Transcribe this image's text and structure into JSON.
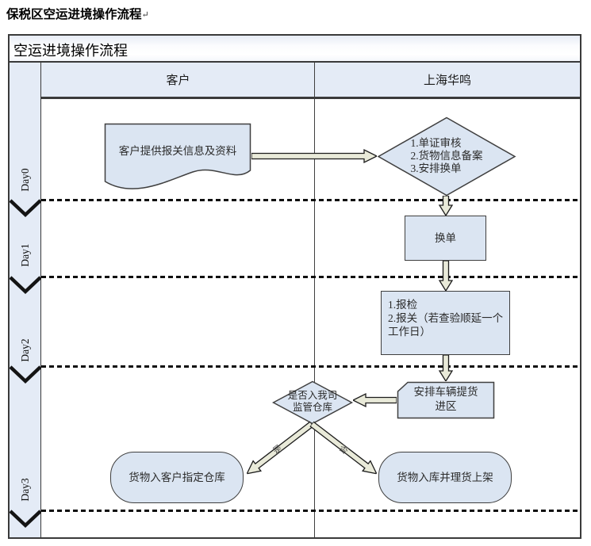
{
  "doc": {
    "title": "保税区空运进境操作流程",
    "return_mark": "↵"
  },
  "frame": {
    "title": "空运进境操作流程"
  },
  "lanes": {
    "customer": "客户",
    "company": "上海华鸣"
  },
  "days": {
    "d0": "Day0",
    "d1": "Day1",
    "d2": "Day2",
    "d3": "Day3"
  },
  "nodes": {
    "provide_docs": "客户提供报关信息及资料",
    "review_l1": "1.单证审核",
    "review_l2": "2.货物信息备案",
    "review_l3": "3.安排换单",
    "exchange": "换单",
    "declare_l1": "1.报检",
    "declare_l2": "2.报关（若查验顺延一个",
    "declare_l3": "工作日）",
    "pickup_l1": "安排车辆提货",
    "pickup_l2": "进区",
    "decision_l1": "是否入我司",
    "decision_l2": "监管仓库",
    "to_customer_wh": "货物入客户指定仓库",
    "to_own_wh": "货物入库并理货上架"
  },
  "branches": {
    "yes": "是",
    "no": "否"
  },
  "colors": {
    "shape_fill": "#dbe5f2",
    "band_fill": "#e4ebf6",
    "arrow_fill": "#e9ead9",
    "border": "#3a3a3a"
  }
}
